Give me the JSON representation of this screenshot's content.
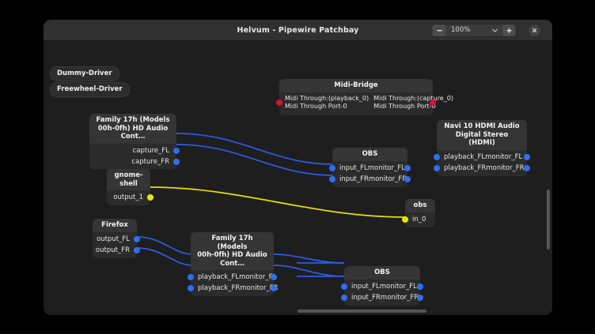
{
  "window": {
    "title": "Helvum - Pipewire Patchbay",
    "zoom_value": "100%",
    "zoom_out_icon": "minus-icon",
    "zoom_in_icon": "plus-icon",
    "zoom_caret_icon": "chevron-down-icon",
    "close_icon": "close-icon"
  },
  "colors": {
    "audio_port": "#2f6ef0",
    "midi_port": "#d21232",
    "other_port": "#ebe600",
    "audio_cable": "#2b5ce6",
    "other_cable": "#e8e000",
    "canvas_bg": "#1e1e1e",
    "node_bg": "#2b2b2b",
    "node_header_bg": "#353535"
  },
  "drivers": [
    {
      "label": "Dummy-Driver"
    },
    {
      "label": "Freewheel-Driver"
    }
  ],
  "nodes": [
    {
      "id": "family17h-capture",
      "title": "Family 17h (Models\n00h-0fh) HD Audio Cont…",
      "outputs": [
        "capture_FL",
        "capture_FR"
      ],
      "inputs": []
    },
    {
      "id": "midi-bridge",
      "title": "Midi-Bridge",
      "midi_left": [
        "Midi Through:(playback_0)",
        "Midi Through Port-0"
      ],
      "midi_right": [
        "Midi Through:(capture_0)",
        "Midi Through Port-0"
      ]
    },
    {
      "id": "obs-top",
      "title": "OBS",
      "inputs": [
        "input_FL",
        "input_FR"
      ],
      "outputs": [
        "monitor_FL",
        "monitor_FR"
      ]
    },
    {
      "id": "navi10-hdmi",
      "title": "Navi 10 HDMI Audio\nDigital Stereo (HDMI)",
      "inputs": [
        "playback_FL",
        "playback_FR"
      ],
      "outputs": [
        "monitor_FL",
        "monitor_FR"
      ]
    },
    {
      "id": "gnome-shell",
      "title": "gnome-shell",
      "outputs": [
        "output_1"
      ],
      "inputs": []
    },
    {
      "id": "obs-sink",
      "title": "obs",
      "inputs": [
        "in_0"
      ],
      "outputs": []
    },
    {
      "id": "firefox",
      "title": "Firefox",
      "outputs": [
        "output_FL",
        "output_FR"
      ],
      "inputs": []
    },
    {
      "id": "family17h-playback",
      "title": "Family 17h (Models\n00h-0fh) HD Audio Cont…",
      "inputs": [
        "playback_FL",
        "playback_FR"
      ],
      "outputs": [
        "monitor_FL",
        "monitor_FR"
      ]
    },
    {
      "id": "obs-bottom",
      "title": "OBS",
      "inputs": [
        "input_FL",
        "input_FR"
      ],
      "outputs": [
        "monitor_FL",
        "monitor_FR"
      ]
    }
  ]
}
